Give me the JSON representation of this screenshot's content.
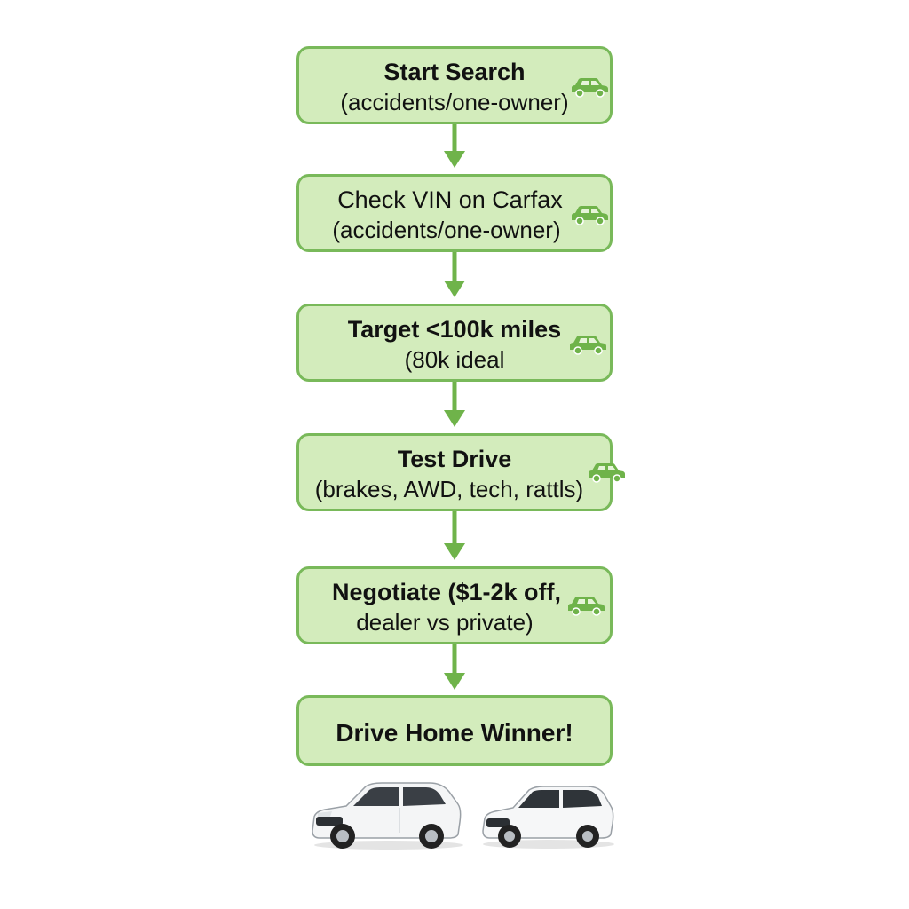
{
  "flow": {
    "steps": [
      {
        "line1": "Start Search",
        "line2": "(accidents/one-owner)",
        "bold1": true,
        "icon": "car-icon"
      },
      {
        "line1": "Check VIN on Carfax",
        "line2": "(accidents/one-owner)",
        "bold1": false,
        "icon": "car-icon"
      },
      {
        "line1": "Target <100k miles",
        "line2": "(80k ideal",
        "bold1": true,
        "icon": "car-icon"
      },
      {
        "line1": "Test Drive",
        "line2": "(brakes, AWD, tech, rattls)",
        "bold1": true,
        "icon": "car-icon"
      },
      {
        "line1": "Negotiate ($1-2k off,",
        "line2": "dealer vs private)",
        "bold1": true,
        "icon": "car-icon"
      },
      {
        "line1": "Drive Home Winner!",
        "line2": "",
        "bold1": true,
        "icon": ""
      }
    ]
  },
  "colors": {
    "box_fill": "#d3ecbc",
    "box_border": "#79b95a",
    "arrow": "#6fb34a",
    "icon": "#6fb34a"
  },
  "photos": [
    {
      "name": "white-crossover-suv-photo"
    },
    {
      "name": "white-compact-suv-photo"
    }
  ]
}
